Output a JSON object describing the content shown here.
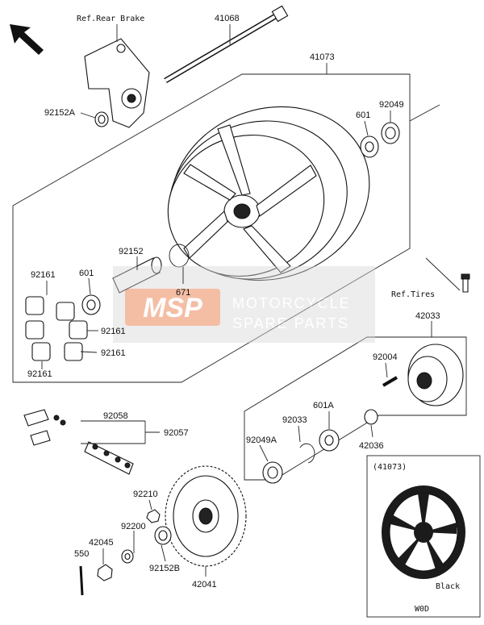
{
  "labels": {
    "ref_rear_brake": "Ref.Rear Brake",
    "p41068": "41068",
    "p41073": "41073",
    "p92152A": "92152A",
    "p601_top": "601",
    "p92049": "92049",
    "p92152": "92152",
    "p92161_a": "92161",
    "p601_left": "601",
    "p671": "671",
    "p92161_b": "92161",
    "p92161_c": "92161",
    "p92161_d": "92161",
    "ref_tires": "Ref.Tires",
    "p42033": "42033",
    "p92004": "92004",
    "p601A": "601A",
    "p92033": "92033",
    "p92049A": "92049A",
    "p42036": "42036",
    "p92058": "92058",
    "p92057": "92057",
    "p92210": "92210",
    "p92200": "92200",
    "p42045": "42045",
    "p550": "550",
    "p92152B": "92152B",
    "p42041": "42041",
    "inset_title": "(41073)",
    "inset_black": "Black",
    "inset_code": "W0D"
  },
  "watermark": {
    "logo": "MSP",
    "line1": "MOTORCYCLE",
    "line2": "SPARE PARTS",
    "color": "#e8703a"
  }
}
